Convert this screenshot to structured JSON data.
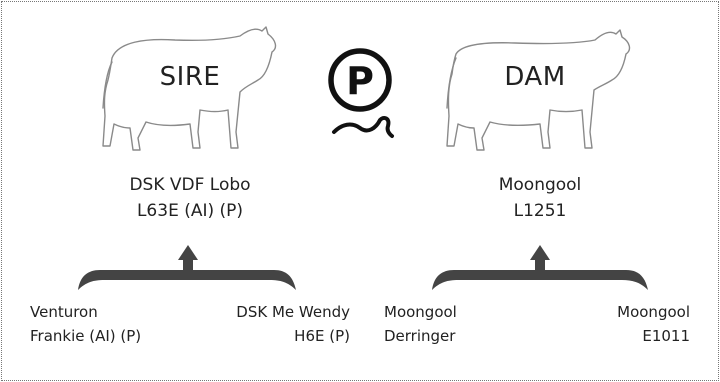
{
  "sire": {
    "cattle_label": "SIRE",
    "name_line1": "DSK VDF Lobo",
    "name_line2": "L63E (AI) (P)",
    "parents": {
      "left": {
        "line1": "Venturon",
        "line2": "Frankie (AI) (P)"
      },
      "right": {
        "line1": "DSK Me Wendy",
        "line2": "H6E (P)"
      }
    }
  },
  "dam": {
    "cattle_label": "DAM",
    "name_line1": "Moongool",
    "name_line2": "L1251",
    "parents": {
      "left": {
        "line1": "Moongool",
        "line2": "Derringer"
      },
      "right": {
        "line1": "Moongool",
        "line2": "E1011"
      }
    }
  },
  "center_symbol": {
    "letter": "P",
    "icon": "polled-icon"
  },
  "colors": {
    "bracket": "#444444",
    "outline": "#8a8a8a",
    "text": "#222222"
  }
}
